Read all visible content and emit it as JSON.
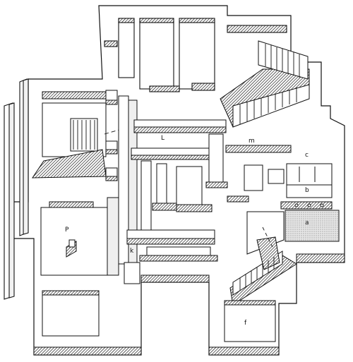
{
  "labels": {
    "p": "P",
    "k": "k",
    "l": "L",
    "m": "m",
    "c": "c",
    "b": "b",
    "a": "a",
    "f": "f"
  },
  "colors": {
    "ink": "#111111",
    "paper": "#ffffff",
    "wall_top": "#ffffff",
    "wall_face": "#e9e9e9",
    "basin": "#d9d9d9"
  }
}
